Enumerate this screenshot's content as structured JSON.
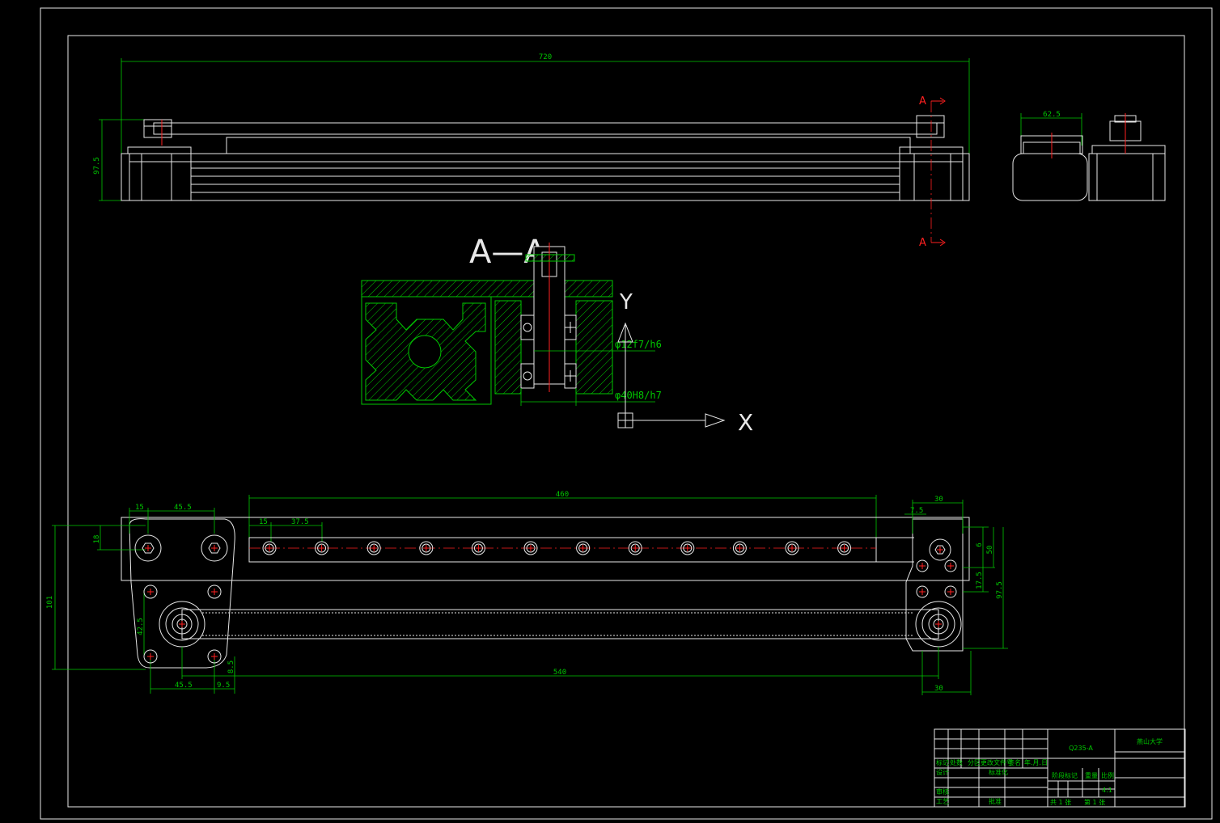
{
  "section": {
    "label": "A—A",
    "cut_mark_top": "A",
    "cut_mark_bottom": "A"
  },
  "axes": {
    "y_label": "Y",
    "x_label": "X"
  },
  "fits": {
    "shaft_fit": "φ12f7/h6",
    "bearing_fit": "φ40H8/h7"
  },
  "dims": {
    "overall_length": "720",
    "height_front": "97.5",
    "side_width": "62.5",
    "rail_length": "460",
    "pitch": "37.5",
    "offset_15": "15",
    "plate_45_5_top": "45.5",
    "left_height": "101",
    "left_18": "18",
    "left_42_5": "42.5",
    "left_8_5": "8.5",
    "left_45_5_bottom": "45.5",
    "left_9_5": "9.5",
    "belt_center": "540",
    "right_top_30": "30",
    "right_7_5": "7.5",
    "right_6": "6",
    "right_50": "50",
    "right_17_5": "17.5",
    "right_97_5": "97.5",
    "right_bottom_30": "30"
  },
  "title_block": {
    "material": "Q235-A",
    "company": "燕山大学",
    "row_labels": [
      "标记",
      "处数",
      "分区",
      "更改文件号",
      "签名",
      "年.月.日"
    ],
    "design": "设计",
    "standardize": "标准化",
    "review": "审核",
    "process": "工艺",
    "approve": "批准",
    "stage_mark": "阶段标记",
    "weight": "重量",
    "scale_label": "比例",
    "scale": "4:1",
    "sheets": "共 1 张",
    "sheet_no": "第 1 张"
  }
}
